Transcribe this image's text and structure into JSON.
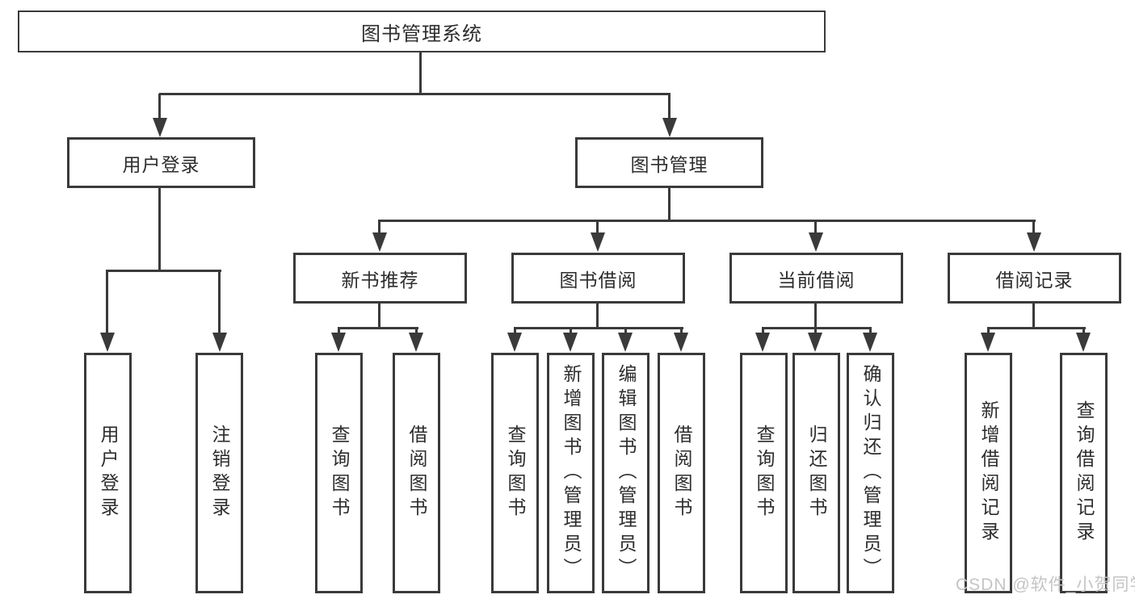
{
  "diagram": {
    "root": {
      "label": "图书管理系统"
    },
    "level2": [
      {
        "label": "用户登录"
      },
      {
        "label": "图书管理"
      }
    ],
    "level3": [
      {
        "label": "新书推荐"
      },
      {
        "label": "图书借阅"
      },
      {
        "label": "当前借阅"
      },
      {
        "label": "借阅记录"
      }
    ],
    "leaves": {
      "user_login": [
        "用户登录",
        "注销登录"
      ],
      "new_books": [
        "查询图书",
        "借阅图书"
      ],
      "book_borrow": [
        "查询图书",
        "新增图书（管理员）",
        "编辑图书（管理员）",
        "借阅图书"
      ],
      "current_borrow": [
        "查询图书",
        "归还图书",
        "确认归还（管理员）"
      ],
      "borrow_records": [
        "新增借阅记录",
        "查询借阅记录"
      ]
    }
  },
  "watermark": {
    "text": "CSDN @软件_小贺同学"
  },
  "colors": {
    "line": "#3a3a3a",
    "text": "#2d2d2d",
    "watermark": "#c4c4c4",
    "background": "#ffffff"
  }
}
